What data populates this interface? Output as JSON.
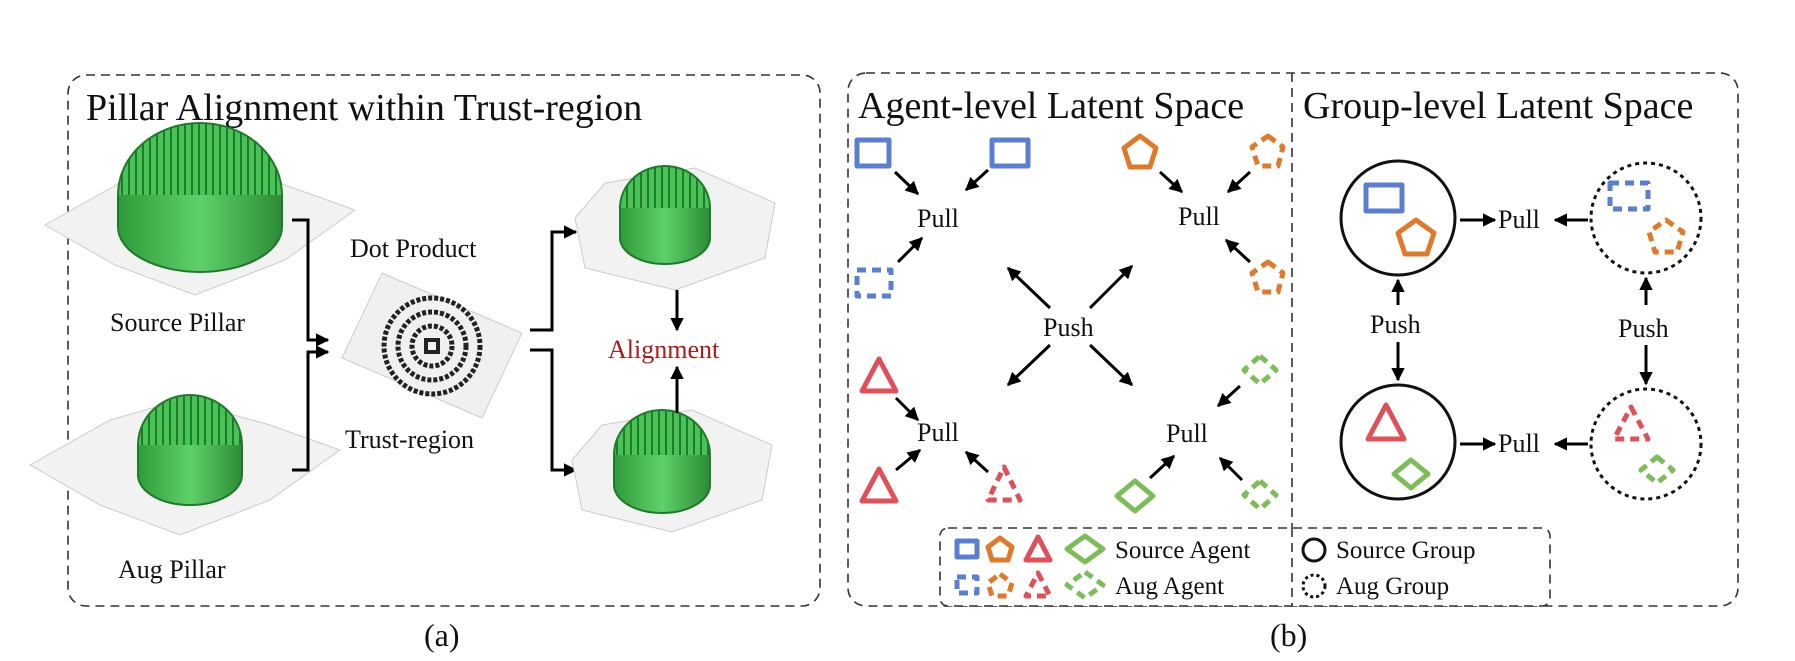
{
  "panel_a": {
    "title": "Pillar Alignment within Trust-region",
    "source_label": "Source Pillar",
    "aug_label": "Aug Pillar",
    "dot_product_label": "Dot Product",
    "trust_region_label": "Trust-region",
    "alignment_label": "Alignment",
    "caption": "(a)"
  },
  "panel_b": {
    "agent_title": "Agent-level Latent Space",
    "group_title": "Group-level Latent Space",
    "pull_label": "Pull",
    "push_label": "Push",
    "caption": "(b)",
    "legend": {
      "source_agent": "Source Agent",
      "aug_agent": "Aug Agent",
      "source_group": "Source Group",
      "aug_group": "Aug Group"
    }
  },
  "colors": {
    "blue": "#5b7fd0",
    "orange": "#e07a2a",
    "red": "#e0505a",
    "green": "#7cbd58",
    "pillar_green": "#3fb34a",
    "alignment_red": "#b01818"
  }
}
